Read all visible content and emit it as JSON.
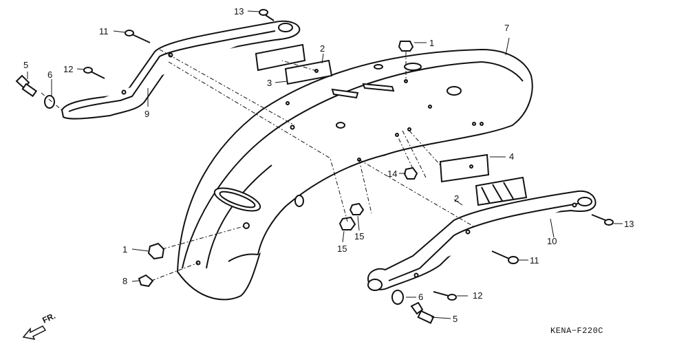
{
  "diagram": {
    "code": "KENA−F220C",
    "orientation_label": "FR.",
    "callouts": [
      {
        "id": "c1a",
        "text": "1"
      },
      {
        "id": "c1b",
        "text": "1"
      },
      {
        "id": "c2a",
        "text": "2"
      },
      {
        "id": "c2b",
        "text": "2"
      },
      {
        "id": "c3",
        "text": "3"
      },
      {
        "id": "c4",
        "text": "4"
      },
      {
        "id": "c5a",
        "text": "5"
      },
      {
        "id": "c5b",
        "text": "5"
      },
      {
        "id": "c6a",
        "text": "6"
      },
      {
        "id": "c6b",
        "text": "6"
      },
      {
        "id": "c7",
        "text": "7"
      },
      {
        "id": "c8",
        "text": "8"
      },
      {
        "id": "c9",
        "text": "9"
      },
      {
        "id": "c10",
        "text": "10"
      },
      {
        "id": "c11a",
        "text": "11"
      },
      {
        "id": "c11b",
        "text": "11"
      },
      {
        "id": "c12a",
        "text": "12"
      },
      {
        "id": "c12b",
        "text": "12"
      },
      {
        "id": "c13a",
        "text": "13"
      },
      {
        "id": "c13b",
        "text": "13"
      },
      {
        "id": "c14",
        "text": "14"
      },
      {
        "id": "c15a",
        "text": "15"
      },
      {
        "id": "c15b",
        "text": "15"
      }
    ]
  }
}
